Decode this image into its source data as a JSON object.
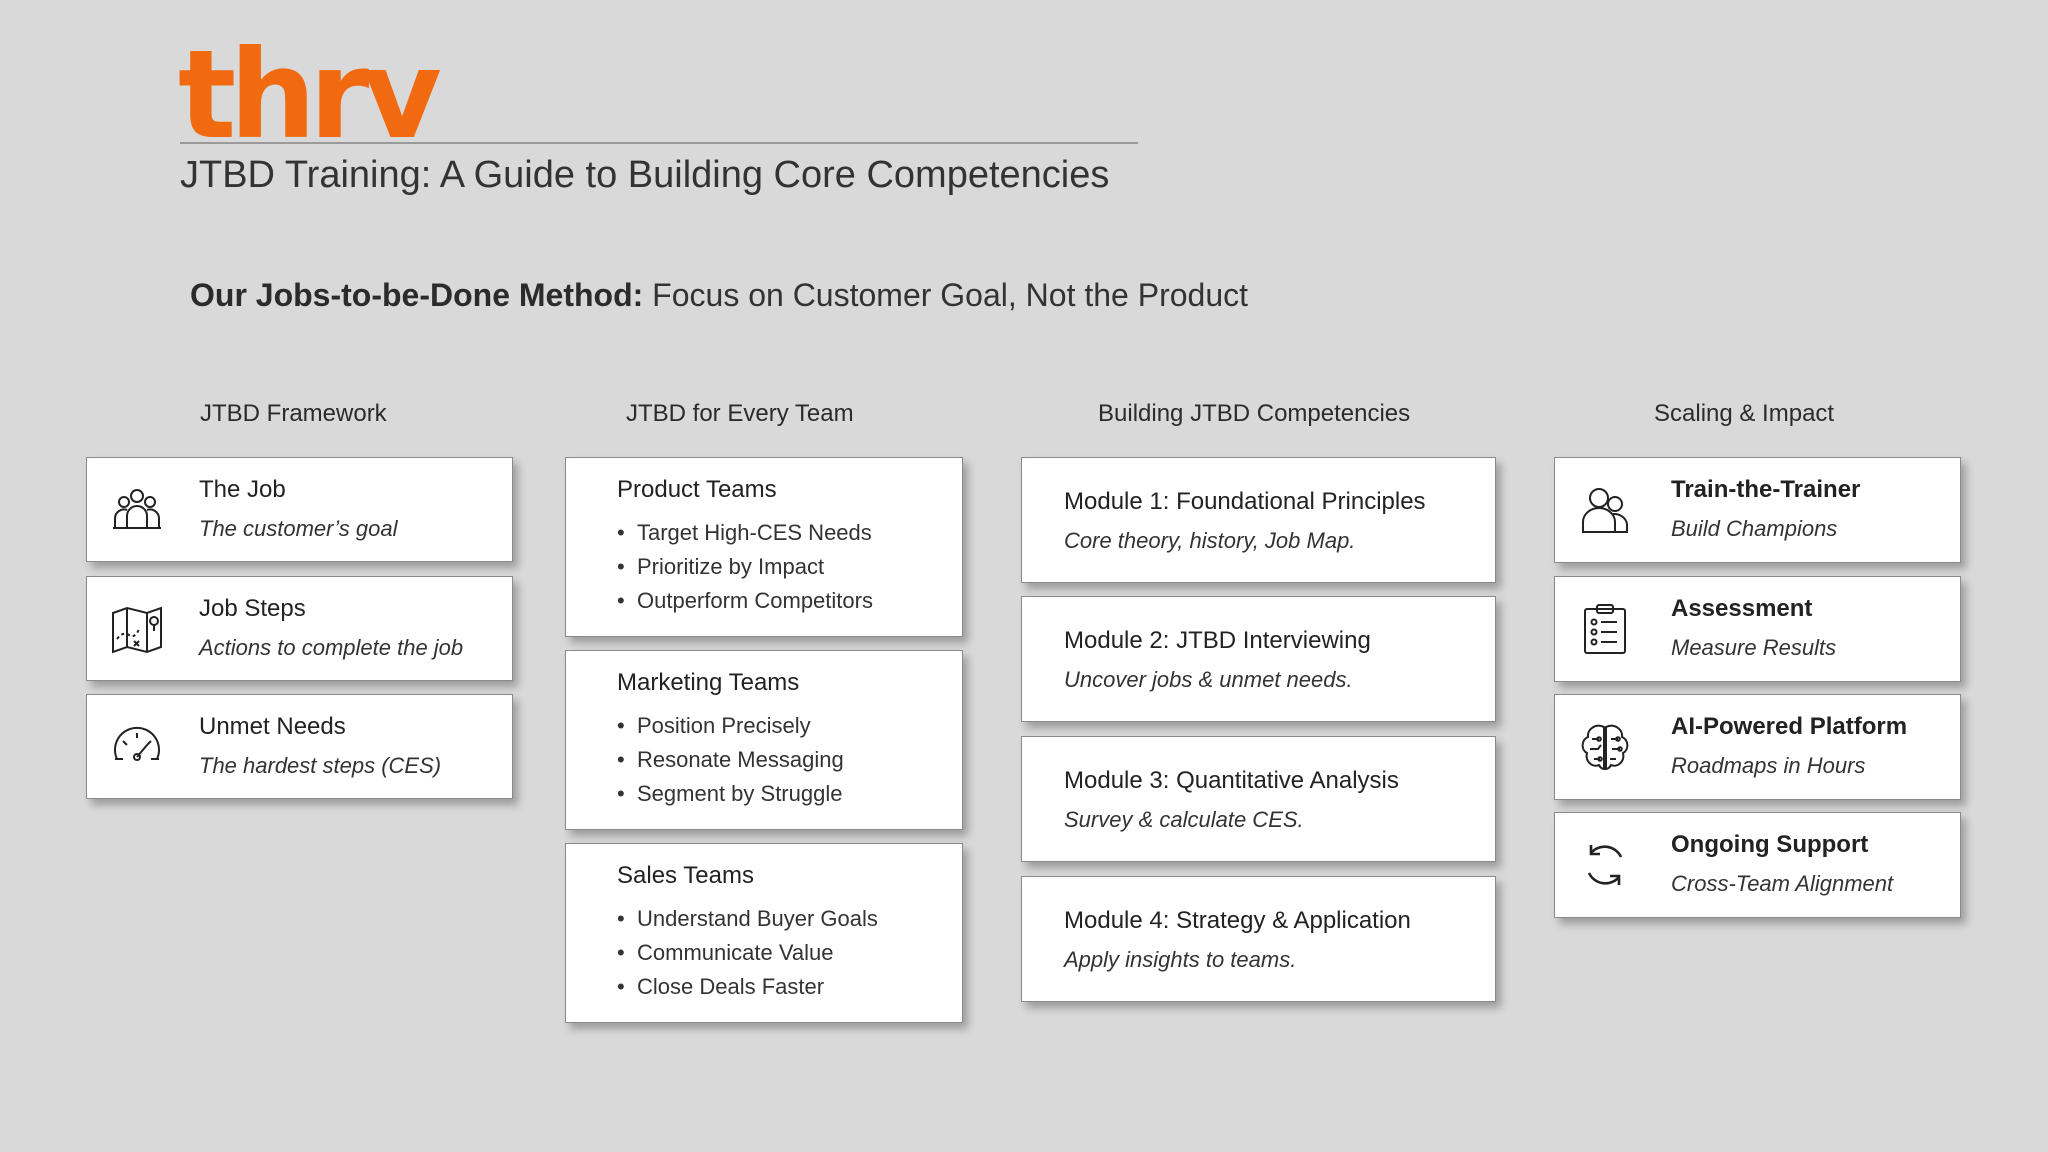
{
  "brand": {
    "logo": "thrv",
    "color": "#f26a10"
  },
  "header": {
    "subtitle": "JTBD Training: A Guide to Building Core Competencies"
  },
  "method": {
    "label": "Our Jobs-to-be-Done Method:",
    "text": " Focus on Customer Goal, Not the Product"
  },
  "columns": {
    "framework": {
      "title": "JTBD Framework",
      "items": [
        {
          "title": "The Job",
          "sub": "The customer’s goal",
          "icon": "people-group-icon"
        },
        {
          "title": "Job Steps",
          "sub": "Actions to complete the job",
          "icon": "map-icon"
        },
        {
          "title": "Unmet Needs",
          "sub": "The hardest steps (CES)",
          "icon": "gauge-icon"
        }
      ]
    },
    "teams": {
      "title": "JTBD for Every Team",
      "items": [
        {
          "title": "Product Teams",
          "bullets": [
            "Target High-CES Needs",
            "Prioritize by Impact",
            "Outperform Competitors"
          ]
        },
        {
          "title": "Marketing Teams",
          "bullets": [
            "Position Precisely",
            "Resonate Messaging",
            "Segment by Struggle"
          ]
        },
        {
          "title": "Sales Teams",
          "bullets": [
            "Understand Buyer Goals",
            "Communicate Value",
            "Close Deals Faster"
          ]
        }
      ]
    },
    "competencies": {
      "title": "Building JTBD Competencies",
      "items": [
        {
          "title": "Module 1: Foundational Principles",
          "sub": "Core theory, history, Job Map."
        },
        {
          "title": "Module 2: JTBD Interviewing",
          "sub": "Uncover jobs & unmet needs."
        },
        {
          "title": "Module 3: Quantitative Analysis",
          "sub": "Survey & calculate CES."
        },
        {
          "title": "Module 4: Strategy & Application",
          "sub": "Apply insights to teams."
        }
      ]
    },
    "scaling": {
      "title": "Scaling & Impact",
      "items": [
        {
          "title": "Train-the-Trainer",
          "sub": "Build Champions",
          "icon": "users-icon"
        },
        {
          "title": "Assessment",
          "sub": "Measure Results",
          "icon": "clipboard-checklist-icon"
        },
        {
          "title": "AI-Powered Platform",
          "sub": "Roadmaps in Hours",
          "icon": "brain-circuit-icon"
        },
        {
          "title": "Ongoing Support",
          "sub": "Cross-Team Alignment",
          "icon": "refresh-icon"
        }
      ]
    }
  }
}
